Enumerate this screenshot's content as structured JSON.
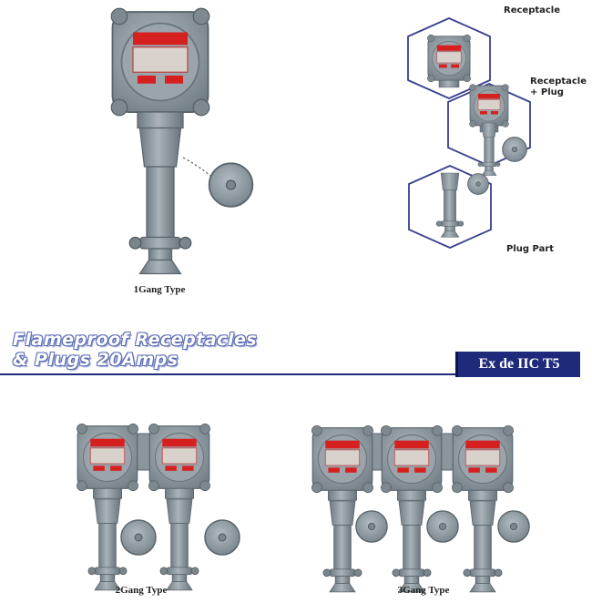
{
  "products": {
    "single": {
      "caption": "1Gang Type"
    },
    "double": {
      "caption": "2Gang Type"
    },
    "triple": {
      "caption": "3Gang Type"
    }
  },
  "callouts": {
    "receptacle": "Receptacle",
    "receptacle_plug_line1": "Receptacle",
    "receptacle_plug_line2": "+ Plug",
    "plug_part": "Plug Part"
  },
  "banner": {
    "headline_line1": "Flameproof Receptacles",
    "headline_line2": "& Plugs 20Amps",
    "rating": "Ex de IIC T5"
  },
  "colors": {
    "body": "#8f9aa1",
    "label_red": "#d6201f",
    "banner_navy": "#1f2a7a",
    "hex_outline": "#3a3f8f"
  }
}
